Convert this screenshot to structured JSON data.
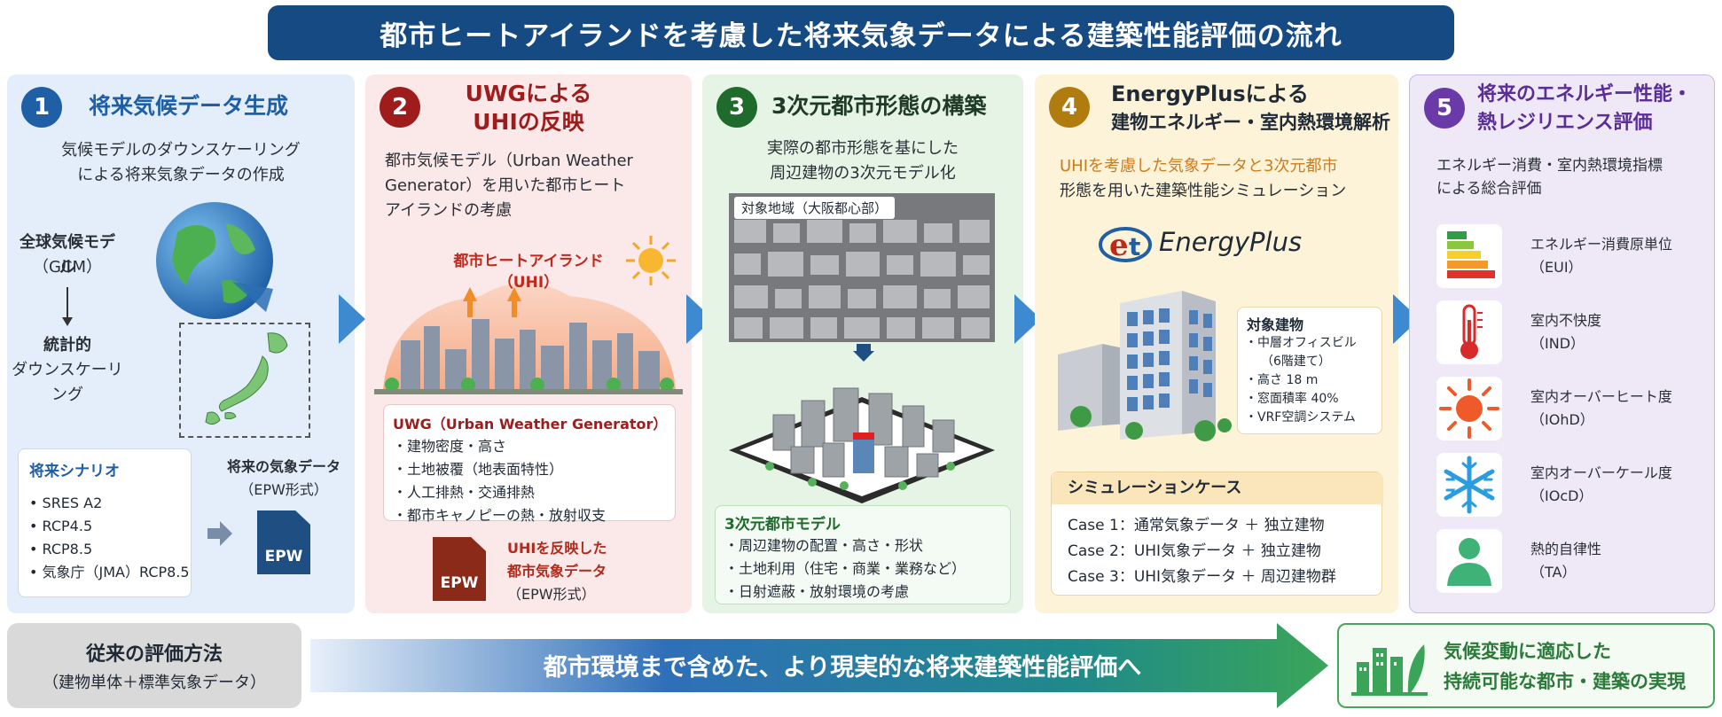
{
  "title": "都市ヒートアイランドを考慮した将来気象データによる建築性能評価の流れ",
  "colors": {
    "title_bg": "#164a82",
    "step1": "#1f5fa6",
    "step2": "#9e1c1c",
    "step3": "#1f6b2c",
    "step4": "#b07c10",
    "step5": "#6a3aa8",
    "flow_arrow": "#3e8ad1"
  },
  "step1": {
    "num": "1",
    "title": "将来気候データ生成",
    "desc1": "気候モデルのダウンスケーリング",
    "desc2": "による将来気象データの作成",
    "gcm1": "全球気候モデル",
    "gcm2": "（GCM）",
    "down1": "統計的",
    "down2": "ダウンスケーリング",
    "scenario_title": "将来シナリオ",
    "scenarios": [
      "SRES A2",
      "RCP4.5",
      "RCP8.5",
      "気象庁（JMA）RCP8.5"
    ],
    "future1": "将来の気象データ",
    "future2": "（EPW形式）",
    "epw": "EPW"
  },
  "step2": {
    "num": "2",
    "title1": "UWGによる",
    "title2": "UHIの反映",
    "desc1": "都市気候モデル（Urban Weather",
    "desc2": "Generator）を用いた都市ヒート",
    "desc3": "アイランドの考慮",
    "uhi1": "都市ヒートアイランド",
    "uhi2": "（UHI）",
    "uwg_title": "UWG（Urban Weather Generator）",
    "uwg_items": [
      "・建物密度・高さ",
      "・土地被覆（地表面特性）",
      "・人工排熱・交通排熱",
      "・都市キャノピーの熱・放射収支"
    ],
    "out1": "UHIを反映した",
    "out2": "都市気象データ",
    "out3": "（EPW形式）",
    "epw": "EPW"
  },
  "step3": {
    "num": "3",
    "title": "3次元都市形態の構築",
    "desc1": "実際の都市形態を基にした",
    "desc2": "周辺建物の3次元モデル化",
    "area": "対象地域（大阪都心部）",
    "model_title": "3次元都市モデル",
    "model_items": [
      "・周辺建物の配置・高さ・形状",
      "・土地利用（住宅・商業・業務など）",
      "・日射遮蔽・放射環境の考慮"
    ]
  },
  "step4": {
    "num": "4",
    "title1": "EnergyPlusによる",
    "title2": "建物エネルギー・室内熱環境解析",
    "desc1": "UHIを考慮した気象データと3次元都市",
    "desc2": "形態を用いた建築性能シミュレーション",
    "ep_logo": "EnergyPlus",
    "bldg_title": "対象建物",
    "bldg_items": [
      "・中層オフィスビル",
      "（6階建て）",
      "・高さ 18 m",
      "・窓面積率 40%",
      "・VRF空調システム"
    ],
    "case_title": "シミュレーションケース",
    "cases": [
      "Case 1：通常気象データ ＋ 独立建物",
      "Case 2：UHI気象データ ＋ 独立建物",
      "Case 3：UHI気象データ ＋ 周辺建物群"
    ]
  },
  "step5": {
    "num": "5",
    "title1": "将来のエネルギー性能・",
    "title2": "熱レジリエンス評価",
    "desc1": "エネルギー消費・室内熱環境指標",
    "desc2": "による総合評価",
    "metrics": [
      {
        "name": "エネルギー消費原単位",
        "abbr": "（EUI）",
        "icon": "energy-rating-icon"
      },
      {
        "name": "室内不快度",
        "abbr": "（IND）",
        "icon": "thermometer-icon"
      },
      {
        "name": "室内オーバーヒート度",
        "abbr": "（IOhD）",
        "icon": "sun-icon"
      },
      {
        "name": "室内オーバーケール度",
        "abbr": "（IOcD）",
        "icon": "snowflake-icon"
      },
      {
        "name": "熱的自律性",
        "abbr": "（TA）",
        "icon": "person-icon"
      }
    ]
  },
  "bottom": {
    "left1": "従来の評価方法",
    "left2": "（建物単体＋標準気象データ）",
    "arrow": "都市環境まで含めた、より現実的な将来建築性能評価へ",
    "right1": "気候変動に適応した",
    "right2": "持続可能な都市・建築の実現"
  }
}
